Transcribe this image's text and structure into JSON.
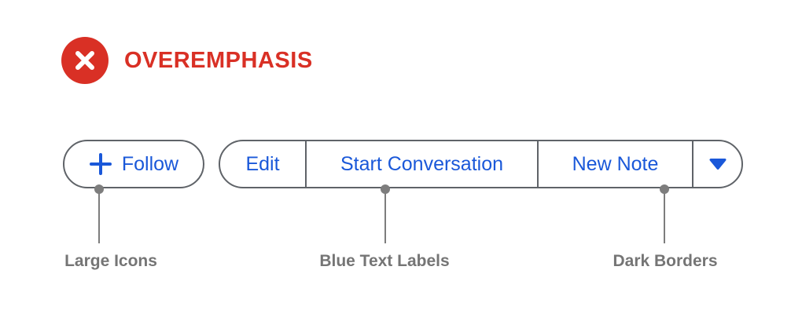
{
  "header": {
    "title": "OVEREMPHASIS",
    "icon": "x-circle-icon"
  },
  "colors": {
    "error_red": "#d93025",
    "accent_blue": "#1a58d9",
    "border_dark": "#5f6368",
    "annotation_gray": "#757575"
  },
  "buttons": {
    "follow": {
      "label": "Follow",
      "icon": "plus-icon"
    },
    "group": {
      "edit_label": "Edit",
      "start_conversation_label": "Start Conversation",
      "new_note_label": "New Note",
      "dropdown_icon": "caret-down-icon"
    }
  },
  "annotations": [
    {
      "label": "Large Icons"
    },
    {
      "label": "Blue Text Labels"
    },
    {
      "label": "Dark Borders"
    }
  ]
}
